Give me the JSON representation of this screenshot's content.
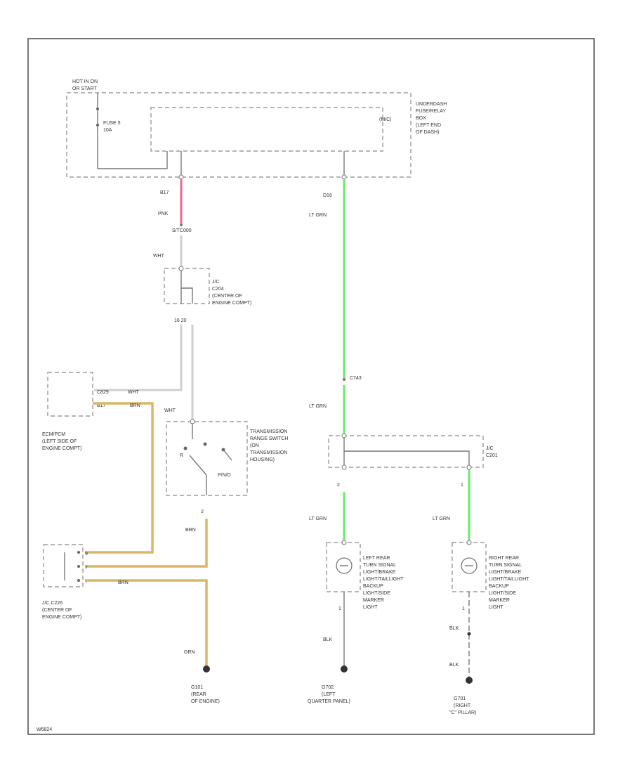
{
  "colors": {
    "pink": "#f06a8a",
    "light_green": "#66ee66",
    "tan": "#d9b766",
    "wire_gray": "#cfcfcf",
    "frame": "#555555"
  },
  "diagram_id": "W6824",
  "top": {
    "hot_label": [
      "HOT IN ON",
      "OR START"
    ],
    "fuse_label": [
      "FUSE 5",
      "10A"
    ],
    "box_label": [
      "UNDERDASH",
      "FUSE/RELAY",
      "BOX",
      "(LEFT END",
      "OF DASH)"
    ],
    "inner_tag": "(M/C)",
    "pin_left": "B17",
    "pin_right": "D16"
  },
  "wires": {
    "pnk": "PNK",
    "splice1": "S/TC000",
    "wht1": "WHT",
    "lt_grn_1": "LT GRN",
    "lt_grn_2": "LT GRN",
    "lt_grn_3": "LT GRN",
    "lt_grn_4": "LT GRN",
    "splice2": "C743",
    "brn": "BRN",
    "wht2": "WHT",
    "wht3": "WHT",
    "grn": "GRN",
    "blk1": "BLK",
    "blk2": "BLK",
    "blk3": "BLK"
  },
  "jc_c204": {
    "label": [
      "J/C",
      "C204",
      "(CENTER OF",
      "ENGINE COMPT)"
    ],
    "pins": "16  20"
  },
  "ecm": {
    "pin_top": "C829",
    "pin_bottom": "B17",
    "label": [
      "ECM/PCM",
      "(LEFT SIDE OF",
      "ENGINE COMPT)"
    ]
  },
  "trans_switch": {
    "label": [
      "TRANSMISSION",
      "RANGE SWITCH",
      "(ON",
      "TRANSMISSION",
      "HOUSING)"
    ],
    "r_label": "R",
    "park_label": "P/N/D",
    "pin": "2"
  },
  "jc_c201": {
    "label": [
      "J/C",
      "C201"
    ],
    "pin_left": "2",
    "pin_right": "1"
  },
  "jc_c226": {
    "label": [
      "J/C C226",
      "(CENTER OF",
      "ENGINE COMPT)"
    ],
    "pins": [
      "9",
      "7",
      "7"
    ]
  },
  "left_lamp": {
    "label": [
      "LEFT REAR",
      "TURN SIGNAL",
      "LIGHT/BRAKE",
      "LIGHT/TAILLIGHT",
      "BACKUP",
      "LIGHT/SIDE",
      "MARKER",
      "LIGHT"
    ],
    "pin": "1"
  },
  "right_lamp": {
    "label": [
      "RIGHT REAR",
      "TURN SIGNAL",
      "LIGHT/BRAKE",
      "LIGHT/TAILLIGHT",
      "BACKUP",
      "LIGHT/SIDE",
      "MARKER",
      "LIGHT"
    ],
    "pin": "1"
  },
  "grounds": [
    {
      "label": [
        "G101",
        "(REAR",
        "OF ENGINE)"
      ]
    },
    {
      "label": [
        "G702",
        "(LEFT",
        "QUARTER PANEL)"
      ]
    },
    {
      "label": [
        "G701",
        "(RIGHT",
        "\"C\" PILLAR)"
      ]
    }
  ]
}
